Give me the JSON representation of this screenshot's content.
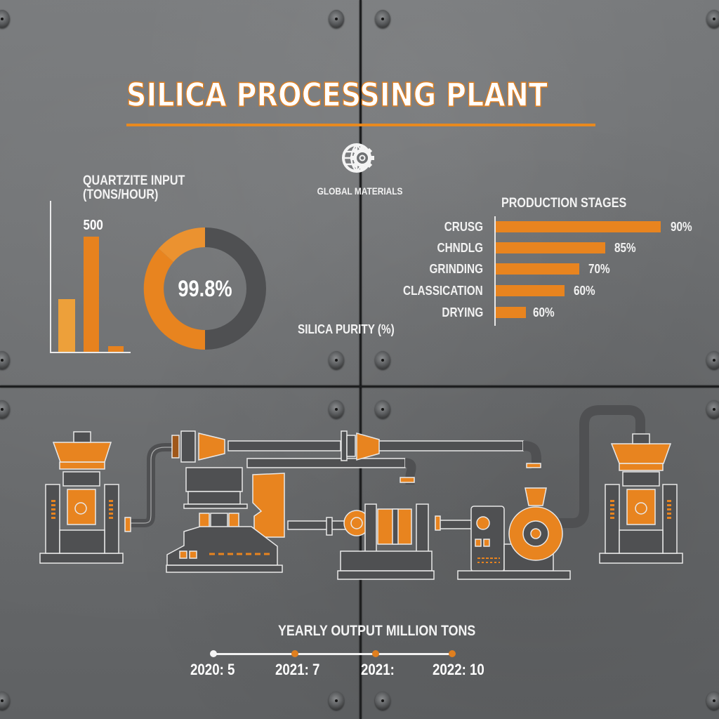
{
  "title": "SILICA PROCESSING PLANT",
  "logo": {
    "icon": "globe-gear-icon",
    "label": "GLOBAL MATERIALS"
  },
  "colors": {
    "accent": "#e8841f",
    "accent_light": "#eda03a",
    "dark": "#4f5052",
    "text": "#ffffff",
    "background": "#6e7072"
  },
  "quartzite": {
    "title_line1": "QUARTZITE INPUT",
    "title_line2": "(TONS/HOUR)",
    "top_label": "500"
  },
  "purity": {
    "value_label": "99.8%",
    "label": "SILICA PURITY (%)"
  },
  "production": {
    "title": "PRODUCTION STAGES",
    "stages": [
      {
        "name": "CRUSG",
        "value": "90%"
      },
      {
        "name": "CHNDLG",
        "value": "85%"
      },
      {
        "name": "GRINDING",
        "value": "70%"
      },
      {
        "name": "CLASSICATION",
        "value": "60%"
      },
      {
        "name": "DRYING",
        "value": "60%"
      }
    ]
  },
  "yearly": {
    "title": "YEARLY OUTPUT MILLION TONS",
    "points": [
      {
        "label": "2020: 5"
      },
      {
        "label": "2021: 7"
      },
      {
        "label": "2021:"
      },
      {
        "label": "2022: 10"
      }
    ]
  },
  "chart_data": [
    {
      "type": "bar",
      "title": "QUARTZITE INPUT (TONS/HOUR)",
      "categories": [
        "",
        "",
        ""
      ],
      "values": [
        230,
        500,
        27
      ],
      "data_labels": [
        "",
        "500",
        ""
      ],
      "xlabel": "",
      "ylabel": "",
      "grid": false
    },
    {
      "type": "pie",
      "title": "SILICA PURITY (%)",
      "center_label": "99.8%",
      "slices": [
        {
          "name": "orange segment (light)",
          "value": 12.5
        },
        {
          "name": "orange segment",
          "value": 37.5
        },
        {
          "name": "dark segment",
          "value": 50
        }
      ]
    },
    {
      "type": "bar",
      "orientation": "horizontal",
      "title": "PRODUCTION STAGES",
      "categories": [
        "CRUSG",
        "CHNDLG",
        "GRINDING",
        "CLASSICATION",
        "DRYING"
      ],
      "values": [
        90,
        85,
        70,
        60,
        60
      ],
      "value_labels": [
        "90%",
        "85%",
        "70%",
        "60%",
        "60%"
      ]
    },
    {
      "type": "line",
      "title": "YEARLY OUTPUT MILLION TONS",
      "categories": [
        "2020",
        "2021",
        "2021",
        "2022"
      ],
      "values": [
        5,
        7,
        null,
        10
      ],
      "labels": [
        "2020: 5",
        "2021: 7",
        "2021:",
        "2022: 10"
      ]
    }
  ]
}
